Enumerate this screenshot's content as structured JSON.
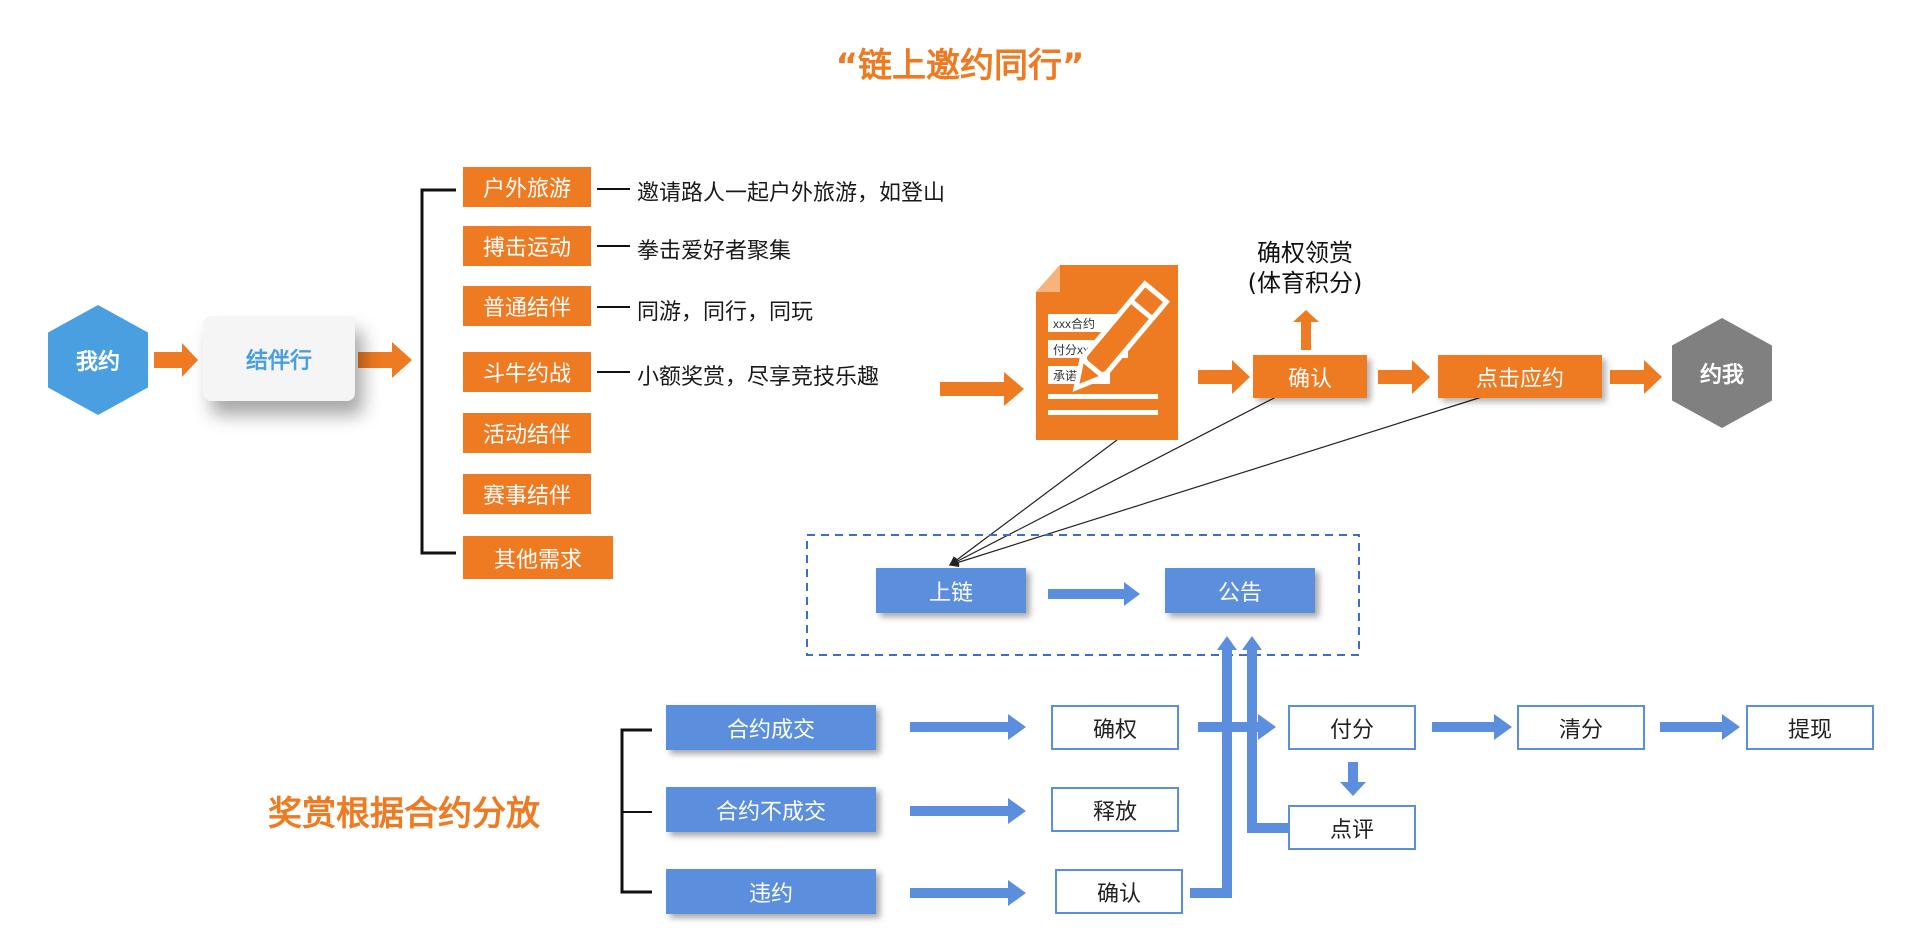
{
  "title": "“链上邀约同行”",
  "start": {
    "me": "我约",
    "partner": "结伴行"
  },
  "categories": [
    {
      "label": "户外旅游",
      "desc": "邀请路人一起户外旅游，如登山"
    },
    {
      "label": "搏击运动",
      "desc": "拳击爱好者聚集"
    },
    {
      "label": "普通结伴",
      "desc": "同游，同行，同玩"
    },
    {
      "label": "斗牛约战",
      "desc": "小额奖赏，尽享竞技乐趣"
    },
    {
      "label": "活动结伴",
      "desc": ""
    },
    {
      "label": "赛事结伴",
      "desc": ""
    },
    {
      "label": "其他需求",
      "desc": ""
    }
  ],
  "document": {
    "line1": "xxx合约",
    "line2": "付分xxx",
    "line3": "承诺"
  },
  "flow": {
    "reward": "确权领赏",
    "reward_sub": "(体育积分)",
    "confirm": "确认",
    "click": "点击应约",
    "end": "约我"
  },
  "chain": {
    "onchain": "上链",
    "notice": "公告"
  },
  "reward_rule": "奖赏根据合约分放",
  "outcomes": [
    {
      "label": "合约成交",
      "result": "确权"
    },
    {
      "label": "合约不成交",
      "result": "释放"
    },
    {
      "label": "违约",
      "result": "确认"
    }
  ],
  "settle": {
    "pay": "付分",
    "clear": "清分",
    "withdraw": "提现",
    "review": "点评"
  },
  "colors": {
    "orange": "#EE7A22",
    "blue": "#5B8FDE",
    "hex_blue": "#4A9FE0",
    "hex_gray": "#808080"
  }
}
